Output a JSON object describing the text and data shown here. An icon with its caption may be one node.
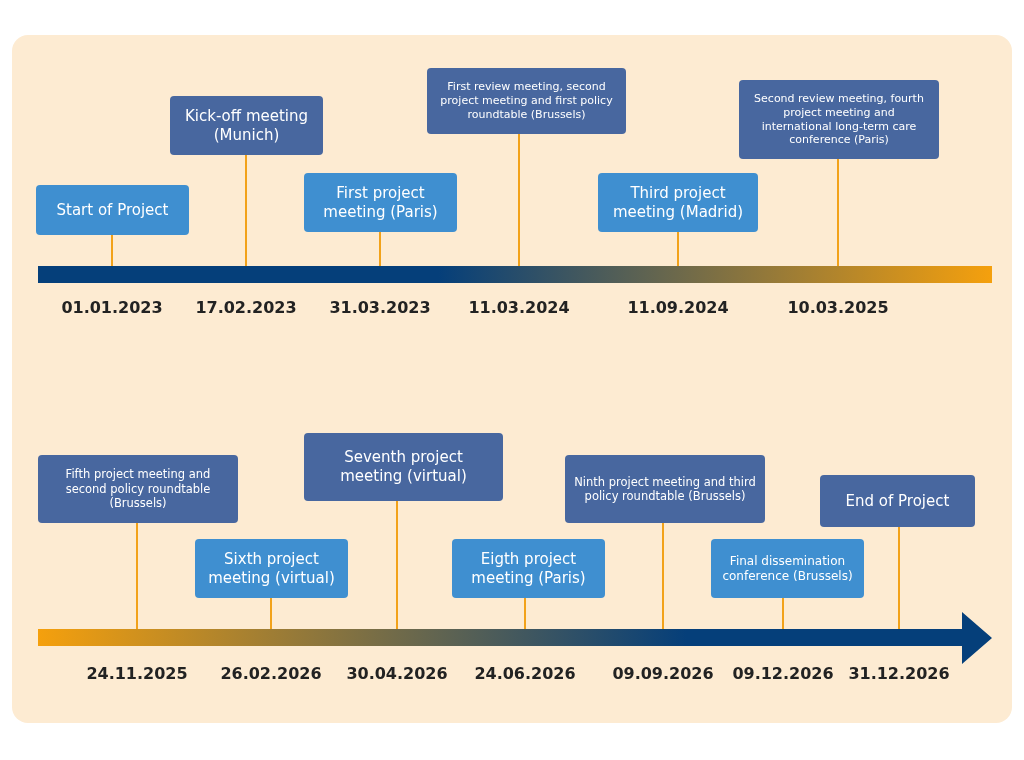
{
  "diagram": {
    "nodes": [
      {
        "text": [
          "Start of Project"
        ]
      },
      {
        "text": [
          "Kick-off meeting (Munich)"
        ]
      },
      {
        "text": [
          "First project meeting (Paris)"
        ]
      },
      {
        "text": [
          "First review meeting, second project meeting and first policy roundtable (Brussels)"
        ]
      },
      {
        "text": [
          "Third project meeting (Madrid)"
        ]
      },
      {
        "text": [
          "Second review meeting, fourth project meeting and international long-term care conference (Paris)"
        ]
      },
      {
        "text": [
          "Fifth project meeting and second policy roundtable (Brussels)"
        ]
      },
      {
        "text": [
          "Sixth project meeting (virtual)"
        ]
      },
      {
        "text": [
          "Seventh project meeting (virtual)"
        ]
      },
      {
        "text": [
          "Eigth project meeting (Paris)"
        ]
      },
      {
        "text": [
          "Ninth project meeting and third policy roundtable (Brussels)"
        ]
      },
      {
        "text": [
          "Final dissemination conference (Brussels)"
        ]
      },
      {
        "text": [
          "End of Project"
        ]
      },
      {
        "text": [],
        "shape": "bar"
      },
      {
        "text": [],
        "shape": "bar"
      }
    ],
    "edges": [
      {
        "from": 0,
        "to": 13,
        "arrow": "none"
      },
      {
        "from": 1,
        "to": 13,
        "arrow": "none"
      },
      {
        "from": 2,
        "to": 13,
        "arrow": "none"
      },
      {
        "from": 3,
        "to": 13,
        "arrow": "none"
      },
      {
        "from": 4,
        "to": 13,
        "arrow": "none"
      },
      {
        "from": 5,
        "to": 13,
        "arrow": "none"
      },
      {
        "from": 6,
        "to": 14,
        "arrow": "none"
      },
      {
        "from": 7,
        "to": 14,
        "arrow": "none"
      },
      {
        "from": 8,
        "to": 14,
        "arrow": "none"
      },
      {
        "from": 9,
        "to": 14,
        "arrow": "none"
      },
      {
        "from": 10,
        "to": 14,
        "arrow": "none"
      },
      {
        "from": 11,
        "to": 14,
        "arrow": "none"
      },
      {
        "from": 12,
        "to": 14,
        "arrow": "none"
      }
    ],
    "labels": [
      "01.01.2023",
      "17.02.2023",
      "31.03.2023",
      "11.03.2024",
      "11.09.2024",
      "10.03.2025",
      "24.11.2025",
      "26.02.2026",
      "30.04.2026",
      "24.06.2026",
      "09.09.2026",
      "09.12.2026",
      "31.12.2026"
    ]
  }
}
